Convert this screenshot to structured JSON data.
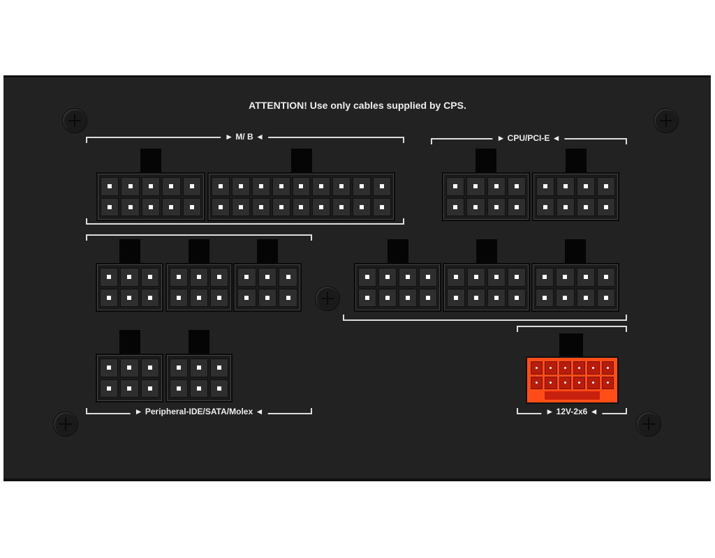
{
  "panel": {
    "attention": "ATTENTION! Use only cables supplied by CPS.",
    "labels": {
      "mb": "► M/ B ◄",
      "cpu": "► CPU/PCI-E ◄",
      "peripheral": "► Peripheral-IDE/SATA/Molex ◄",
      "hpwr": "► 12V-2x6 ◄"
    },
    "colors": {
      "panel": "#222222",
      "hpwr_connector": "#ff4d17"
    }
  }
}
